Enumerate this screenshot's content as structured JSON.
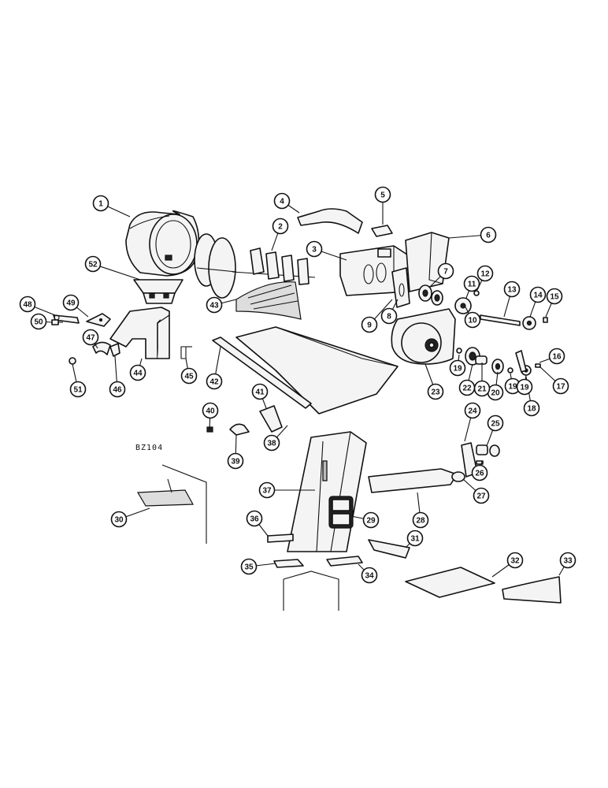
{
  "drawing_code": "BZ104",
  "callouts": [
    "1",
    "2",
    "3",
    "4",
    "5",
    "6",
    "7",
    "8",
    "9",
    "10",
    "11",
    "12",
    "13",
    "14",
    "15",
    "16",
    "17",
    "18",
    "19",
    "19",
    "19",
    "20",
    "21",
    "22",
    "23",
    "24",
    "25",
    "26",
    "27",
    "28",
    "29",
    "30",
    "31",
    "32",
    "33",
    "34",
    "35",
    "36",
    "37",
    "38",
    "39",
    "40",
    "41",
    "42",
    "43",
    "44",
    "45",
    "46",
    "47",
    "48",
    "49",
    "50",
    "51",
    "52"
  ],
  "line_color": "#111111",
  "background_color": "#ffffff"
}
